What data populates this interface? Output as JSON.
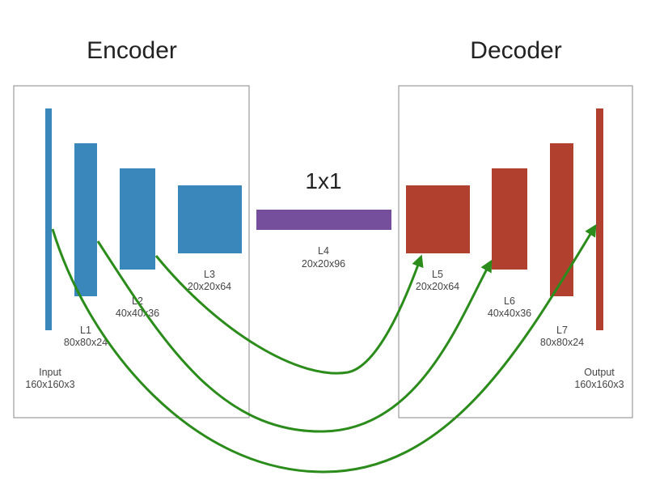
{
  "encoder": {
    "title": "Encoder"
  },
  "decoder": {
    "title": "Decoder"
  },
  "bottleneck": {
    "title": "1x1"
  },
  "colors": {
    "encoder_block": "#3a87bb",
    "bottleneck_block": "#764f9c",
    "decoder_block": "#b2402f",
    "skip_arrow": "#2b8c1c",
    "frame": "#888888"
  },
  "layers": {
    "input": {
      "name": "Input",
      "dims": "160x160x3"
    },
    "l1": {
      "name": "L1",
      "dims": "80x80x24"
    },
    "l2": {
      "name": "L2",
      "dims": "40x40x36"
    },
    "l3": {
      "name": "L3",
      "dims": "20x20x64"
    },
    "l4": {
      "name": "L4",
      "dims": "20x20x96"
    },
    "l5": {
      "name": "L5",
      "dims": "20x20x64"
    },
    "l6": {
      "name": "L6",
      "dims": "40x40x36"
    },
    "l7": {
      "name": "L7",
      "dims": "80x80x24"
    },
    "output": {
      "name": "Output",
      "dims": "160x160x3"
    }
  }
}
